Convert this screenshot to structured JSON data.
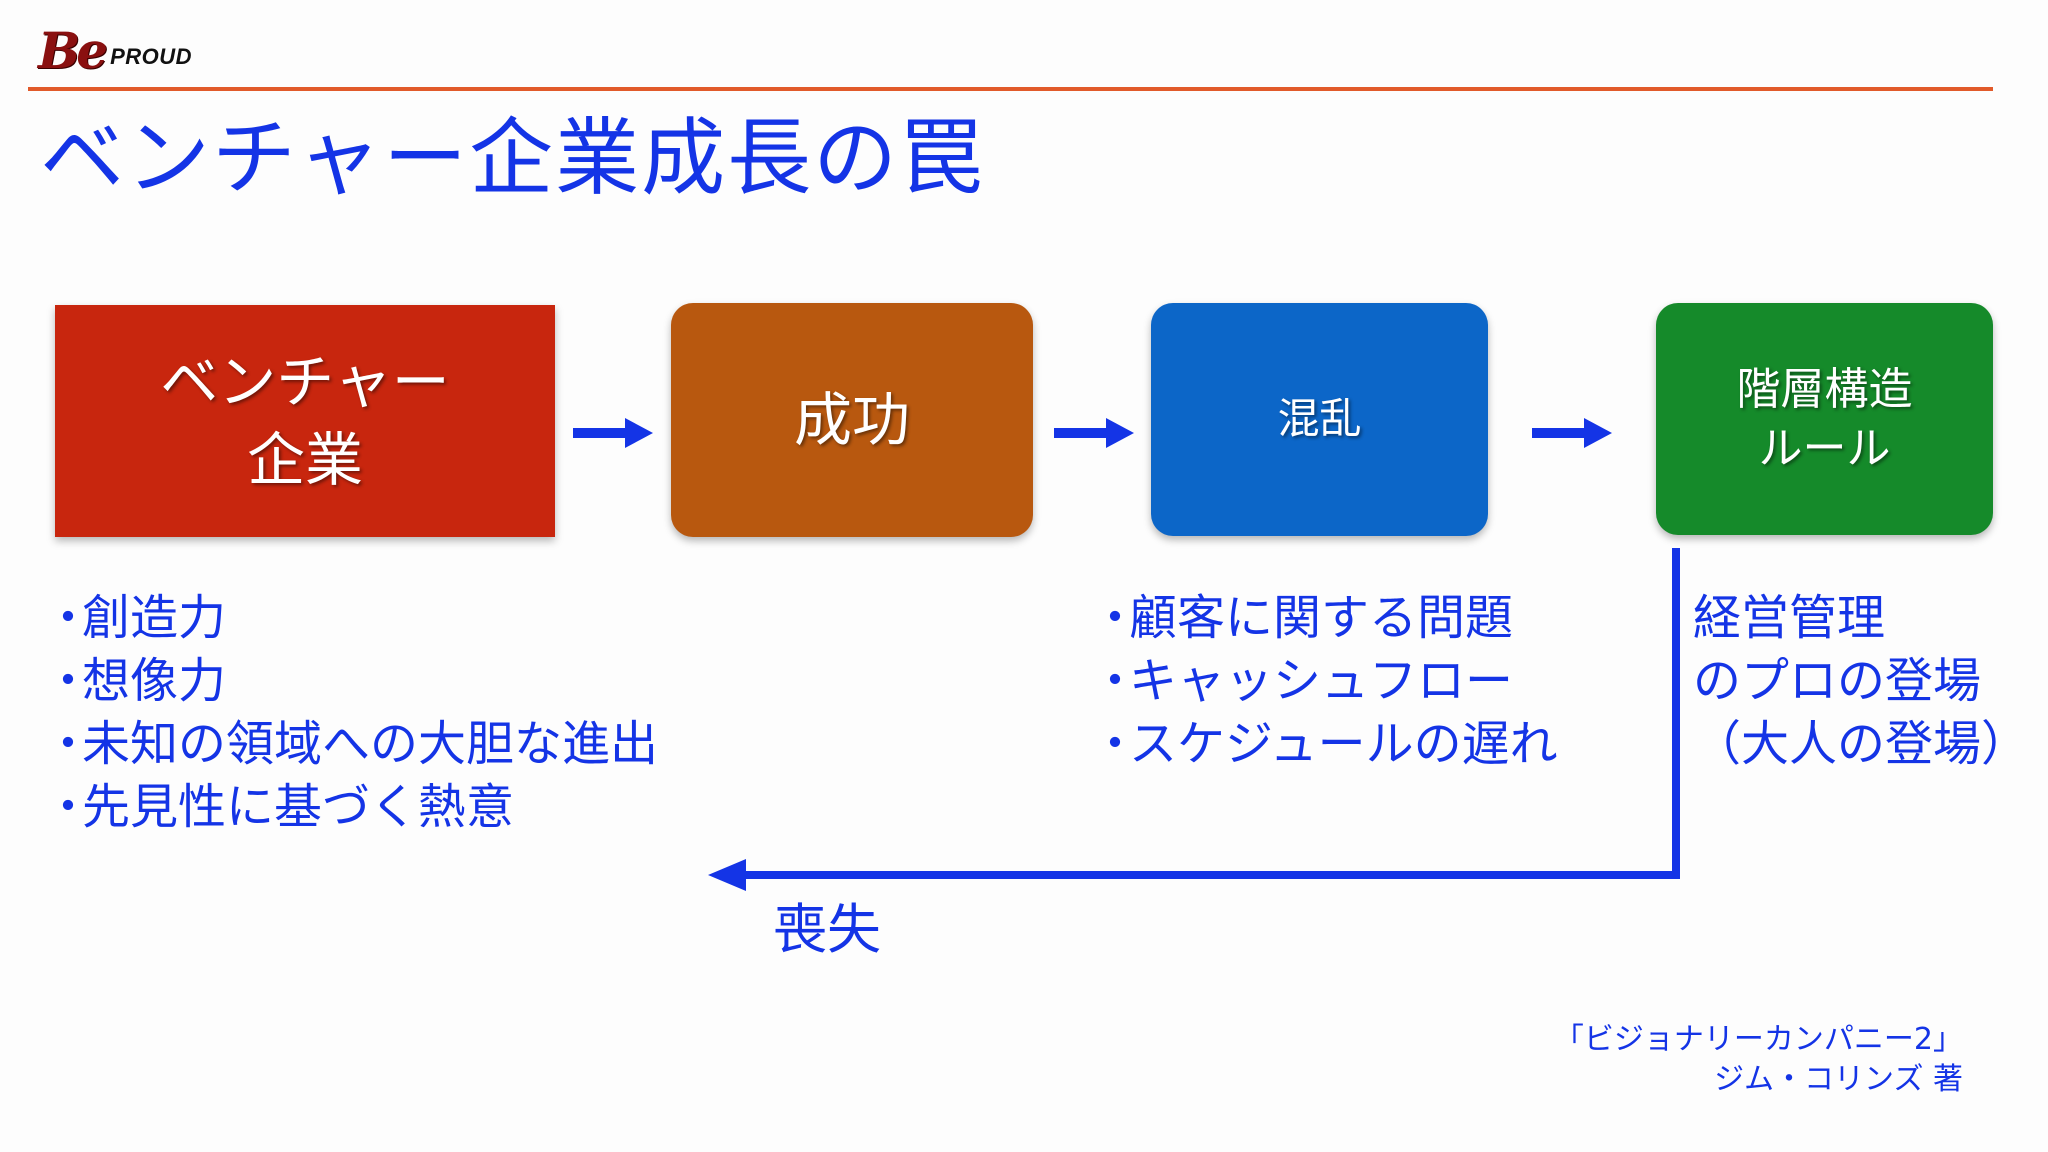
{
  "logo": {
    "mark": "Be",
    "word": "PROUD"
  },
  "title": "ベンチャー企業成長の罠",
  "boxes": {
    "venture": "ベンチャー\n企業",
    "success": "成功",
    "chaos": "混乱",
    "bureaucracy": "階層構造\nルール"
  },
  "venture_traits": [
    "創造力",
    "想像力",
    "未知の領域への大胆な進出",
    "先見性に基づく熱意"
  ],
  "chaos_issues": [
    "顧客に関する問題",
    "キャッシュフロー",
    "スケジュールの遅れ"
  ],
  "management": "経営管理\nのプロの登場\n（大人の登場）",
  "loss_label": "喪失",
  "bullet": "・",
  "citation": {
    "book": "「ビジョナリーカンパニー2」",
    "author": "ジム・コリンズ 著"
  },
  "colors": {
    "accent_blue": "#1434e6",
    "venture_red": "#c8260e",
    "success_orange": "#b8580f",
    "chaos_blue": "#0c66c8",
    "bureau_green": "#158a2a",
    "rule_orange": "#e15a2a"
  }
}
